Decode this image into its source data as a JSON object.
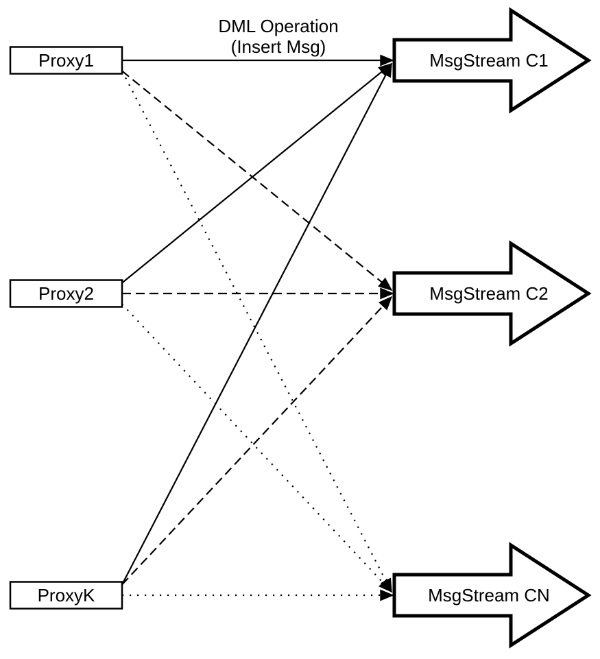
{
  "note": {
    "line1": "DML Operation",
    "line2": "(Insert Msg)"
  },
  "proxies": [
    {
      "id": "proxy1",
      "label": "Proxy1"
    },
    {
      "id": "proxy2",
      "label": "Proxy2"
    },
    {
      "id": "proxyk",
      "label": "ProxyK"
    }
  ],
  "streams": [
    {
      "id": "c1",
      "label": "MsgStream C1"
    },
    {
      "id": "c2",
      "label": "MsgStream C2"
    },
    {
      "id": "cn",
      "label": "MsgStream CN"
    }
  ],
  "connections": [
    {
      "from": "proxy1",
      "to": "c1",
      "style": "solid"
    },
    {
      "from": "proxy1",
      "to": "c2",
      "style": "dashed"
    },
    {
      "from": "proxy1",
      "to": "cn",
      "style": "dotted"
    },
    {
      "from": "proxy2",
      "to": "c1",
      "style": "solid"
    },
    {
      "from": "proxy2",
      "to": "c2",
      "style": "dashed"
    },
    {
      "from": "proxy2",
      "to": "cn",
      "style": "dotted"
    },
    {
      "from": "proxyk",
      "to": "c1",
      "style": "solid"
    },
    {
      "from": "proxyk",
      "to": "c2",
      "style": "dashed"
    },
    {
      "from": "proxyk",
      "to": "cn",
      "style": "dotted"
    }
  ],
  "colors": {
    "ink": "#000000",
    "background": "#ffffff"
  }
}
